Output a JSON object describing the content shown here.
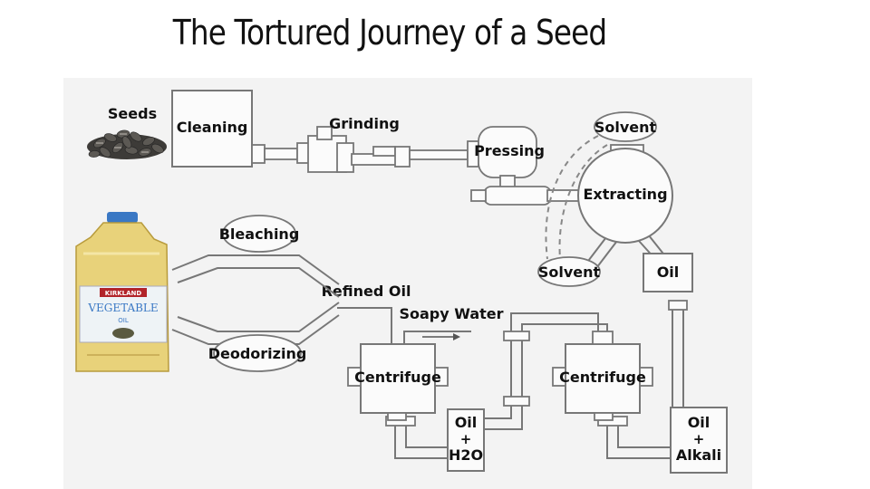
{
  "title": "The Tortured Journey of a Seed",
  "labels": {
    "seeds": "Seeds",
    "cleaning": "Cleaning",
    "grinding": "Grinding",
    "pressing": "Pressing",
    "solvent_top": "Solvent",
    "extracting": "Extracting",
    "solvent_bottom": "Solvent",
    "oil": "Oil",
    "bleaching": "Bleaching",
    "refined_oil": "Refined Oil",
    "deodorizing": "Deodorizing",
    "soapy_water": "Soapy Water",
    "centrifuge_left": "Centrifuge",
    "centrifuge_right": "Centrifuge",
    "oil_h2o_line1": "Oil",
    "oil_h2o_plus": "+",
    "oil_h2o_line2": "H2O",
    "oil_alkali_line1": "Oil",
    "oil_alkali_plus": "+",
    "oil_alkali_line2": "Alkali"
  },
  "bottle": {
    "brand": "KIRKLAND",
    "product": "VEGETABLE",
    "sub": "OIL"
  },
  "colors": {
    "oil": "#e8d27a",
    "cap": "#3a78c4",
    "label": "#eef3f6"
  }
}
